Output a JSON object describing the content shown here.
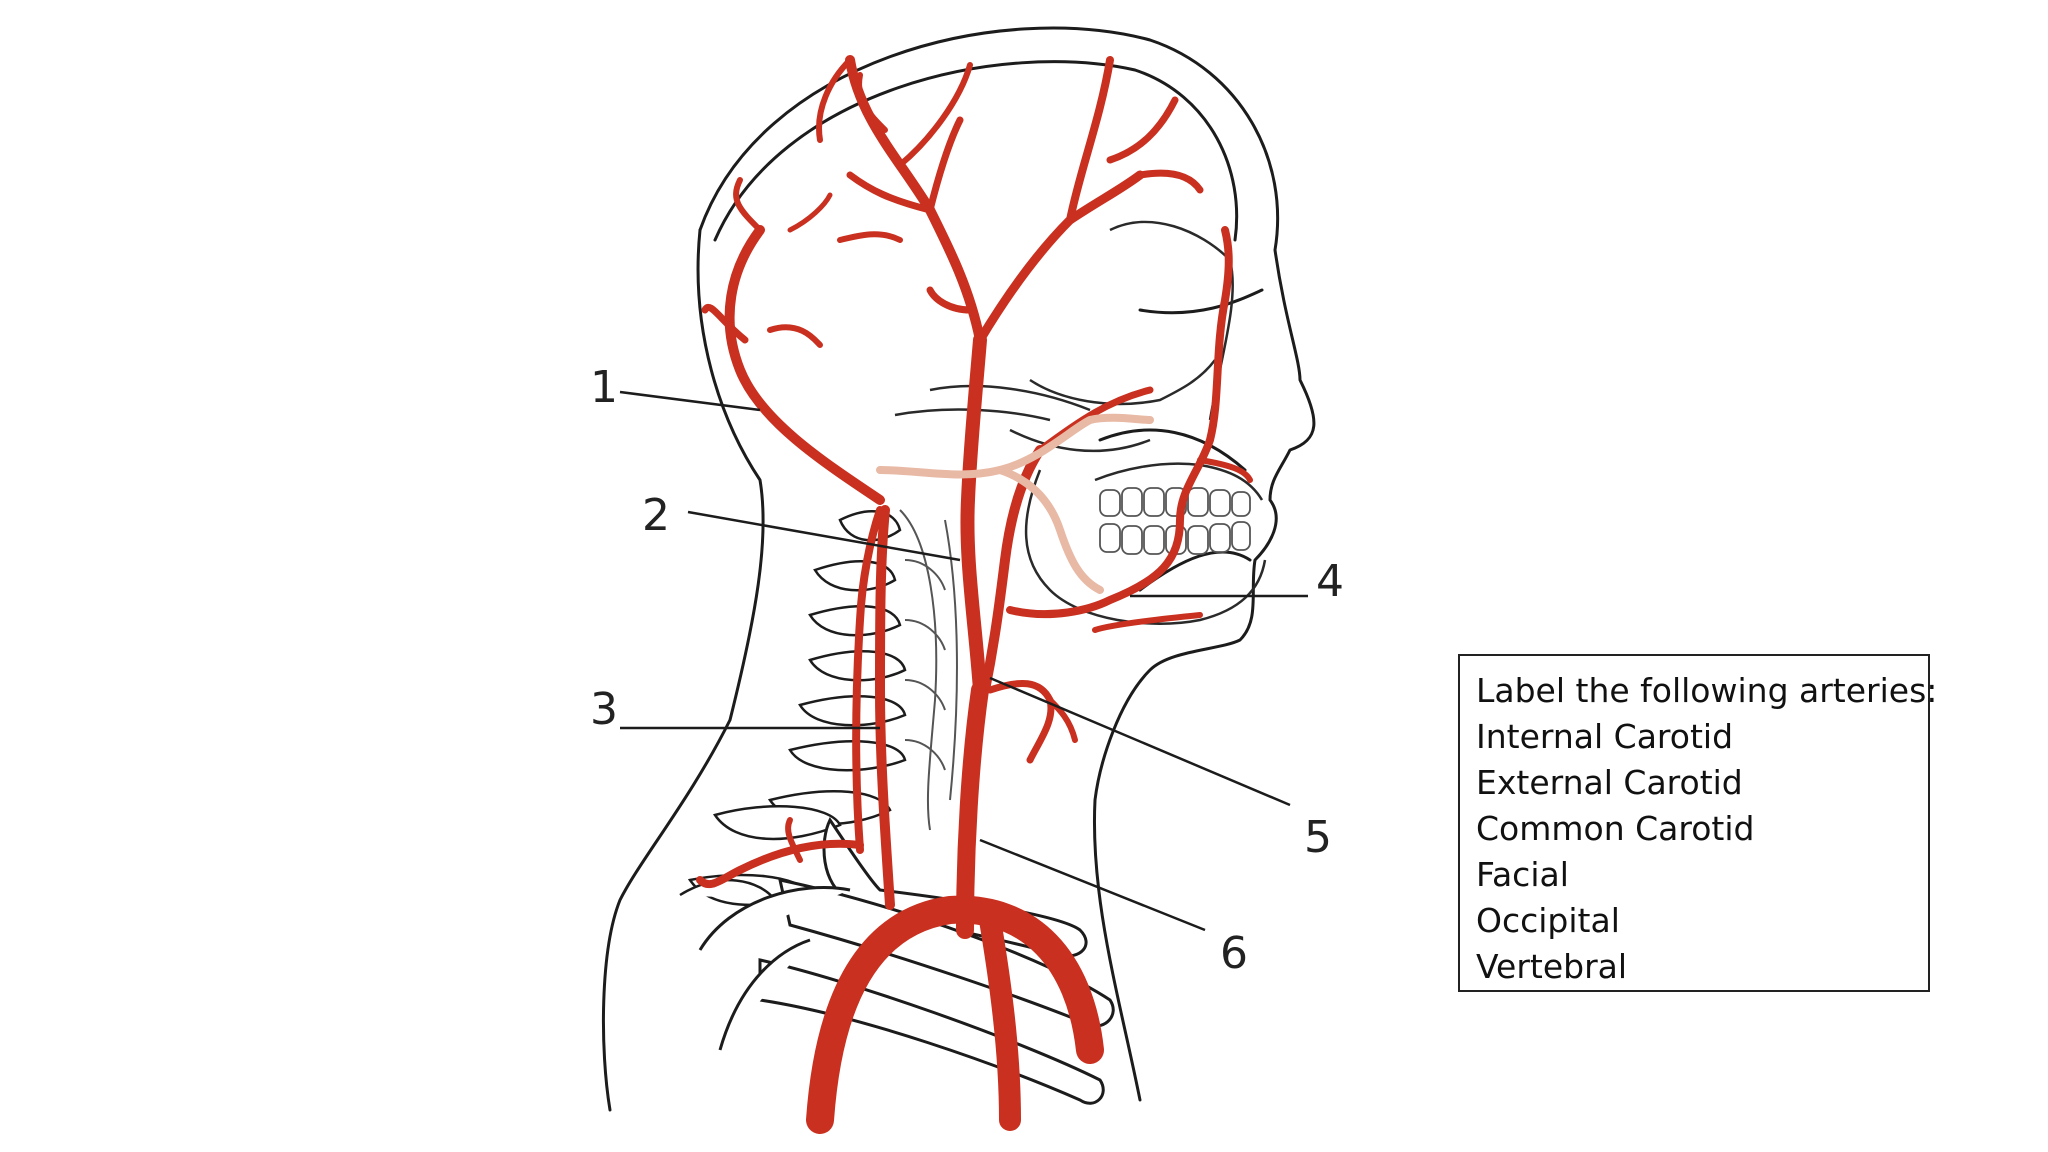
{
  "diagram": {
    "callouts": [
      {
        "id": 1,
        "text": "1"
      },
      {
        "id": 2,
        "text": "2"
      },
      {
        "id": 3,
        "text": "3"
      },
      {
        "id": 4,
        "text": "4"
      },
      {
        "id": 5,
        "text": "5"
      },
      {
        "id": 6,
        "text": "6"
      }
    ],
    "instruction": {
      "heading": "Label the following arteries:",
      "items": [
        "Internal Carotid",
        "External Carotid",
        "Common Carotid",
        "Facial",
        "Occipital",
        "Vertebral"
      ]
    },
    "colors": {
      "artery": "#c9301f",
      "outline": "#1c1c1c",
      "vein_tint": "#e8b9a5",
      "background": "#ffffff"
    }
  }
}
